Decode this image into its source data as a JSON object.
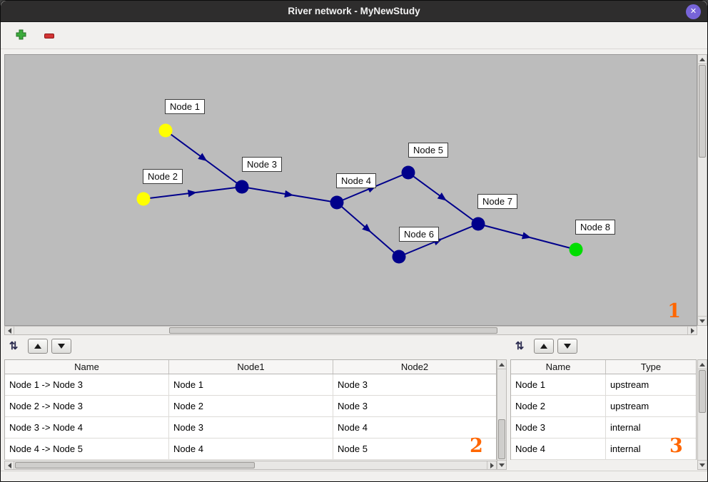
{
  "window": {
    "title": "River network - MyNewStudy",
    "close_glyph": "✕",
    "close_color": "#7764d8"
  },
  "icons": {
    "sort": "⇅"
  },
  "diagram": {
    "edge_color": "#00008b",
    "nodes": [
      {
        "label": "Node 1",
        "color": "#ffff00"
      },
      {
        "label": "Node 2",
        "color": "#ffff00"
      },
      {
        "label": "Node 3",
        "color": "#00008b"
      },
      {
        "label": "Node 4",
        "color": "#00008b"
      },
      {
        "label": "Node 5",
        "color": "#00008b"
      },
      {
        "label": "Node 6",
        "color": "#00008b"
      },
      {
        "label": "Node 7",
        "color": "#00008b"
      },
      {
        "label": "Node 8",
        "color": "#00dd00"
      }
    ],
    "edges": [
      {
        "from": "Node 1",
        "to": "Node 3"
      },
      {
        "from": "Node 2",
        "to": "Node 3"
      },
      {
        "from": "Node 3",
        "to": "Node 4"
      },
      {
        "from": "Node 4",
        "to": "Node 5"
      },
      {
        "from": "Node 4",
        "to": "Node 6"
      },
      {
        "from": "Node 5",
        "to": "Node 7"
      },
      {
        "from": "Node 6",
        "to": "Node 7"
      },
      {
        "from": "Node 7",
        "to": "Node 8"
      }
    ]
  },
  "left_panel": {
    "table": {
      "headers": [
        "Name",
        "Node1",
        "Node2"
      ],
      "rows": [
        {
          "name": "Node 1 -> Node 3",
          "node1": "Node 1",
          "node2": "Node 3"
        },
        {
          "name": "Node 2 -> Node 3",
          "node1": "Node 2",
          "node2": "Node 3"
        },
        {
          "name": "Node 3 -> Node 4",
          "node1": "Node 3",
          "node2": "Node 4"
        },
        {
          "name": "Node 4 -> Node 5",
          "node1": "Node 4",
          "node2": "Node 5"
        }
      ]
    }
  },
  "right_panel": {
    "table": {
      "headers": [
        "Name",
        "Type"
      ],
      "rows": [
        {
          "name": "Node 1",
          "type": "upstream"
        },
        {
          "name": "Node 2",
          "type": "upstream"
        },
        {
          "name": "Node 3",
          "type": "internal"
        },
        {
          "name": "Node 4",
          "type": "internal"
        }
      ]
    }
  },
  "annotations": {
    "color": "#ff6600",
    "markers": [
      "1",
      "2",
      "3"
    ]
  }
}
